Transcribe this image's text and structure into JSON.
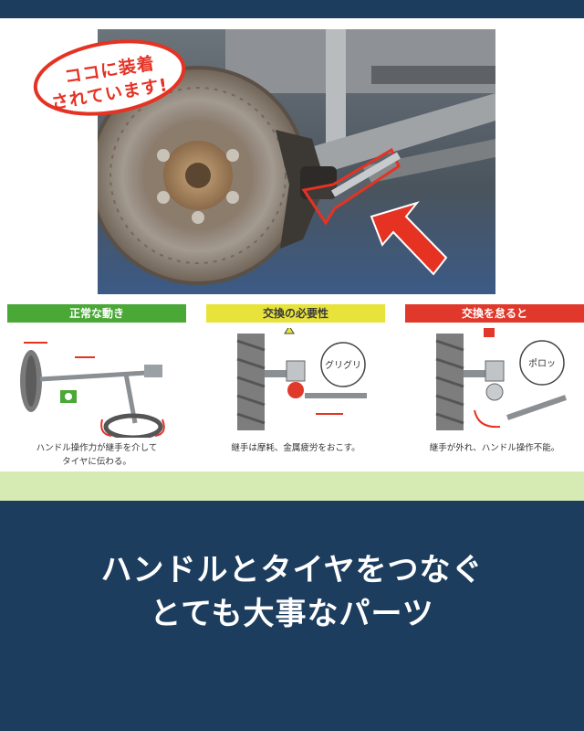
{
  "callout": {
    "line1": "ココに装着",
    "line2": "されています!"
  },
  "sections": [
    {
      "title": "正常な動き",
      "caption_line1": "ハンドル操作力が継手を介して",
      "caption_line2": "タイヤに伝わる。"
    },
    {
      "title": "交換の必要性",
      "caption_line1": "継手は摩耗、金属疲労をおこす。",
      "caption_line2": "",
      "annotation": "グリグリ"
    },
    {
      "title": "交換を怠ると",
      "caption_line1": "継手が外れ、ハンドル操作不能。",
      "caption_line2": "",
      "annotation": "ポロッ"
    }
  ],
  "headline": {
    "line1": "ハンドルとタイヤをつなぐ",
    "line2": "とても大事なパーツ"
  },
  "colors": {
    "background": "#1c3d5e",
    "normal": "#49a836",
    "need": "#e8e33a",
    "neglect": "#e0392b",
    "accent_red": "#e53223"
  },
  "icons": {
    "warning": "warning-triangle-icon",
    "error": "x-mark-icon"
  }
}
